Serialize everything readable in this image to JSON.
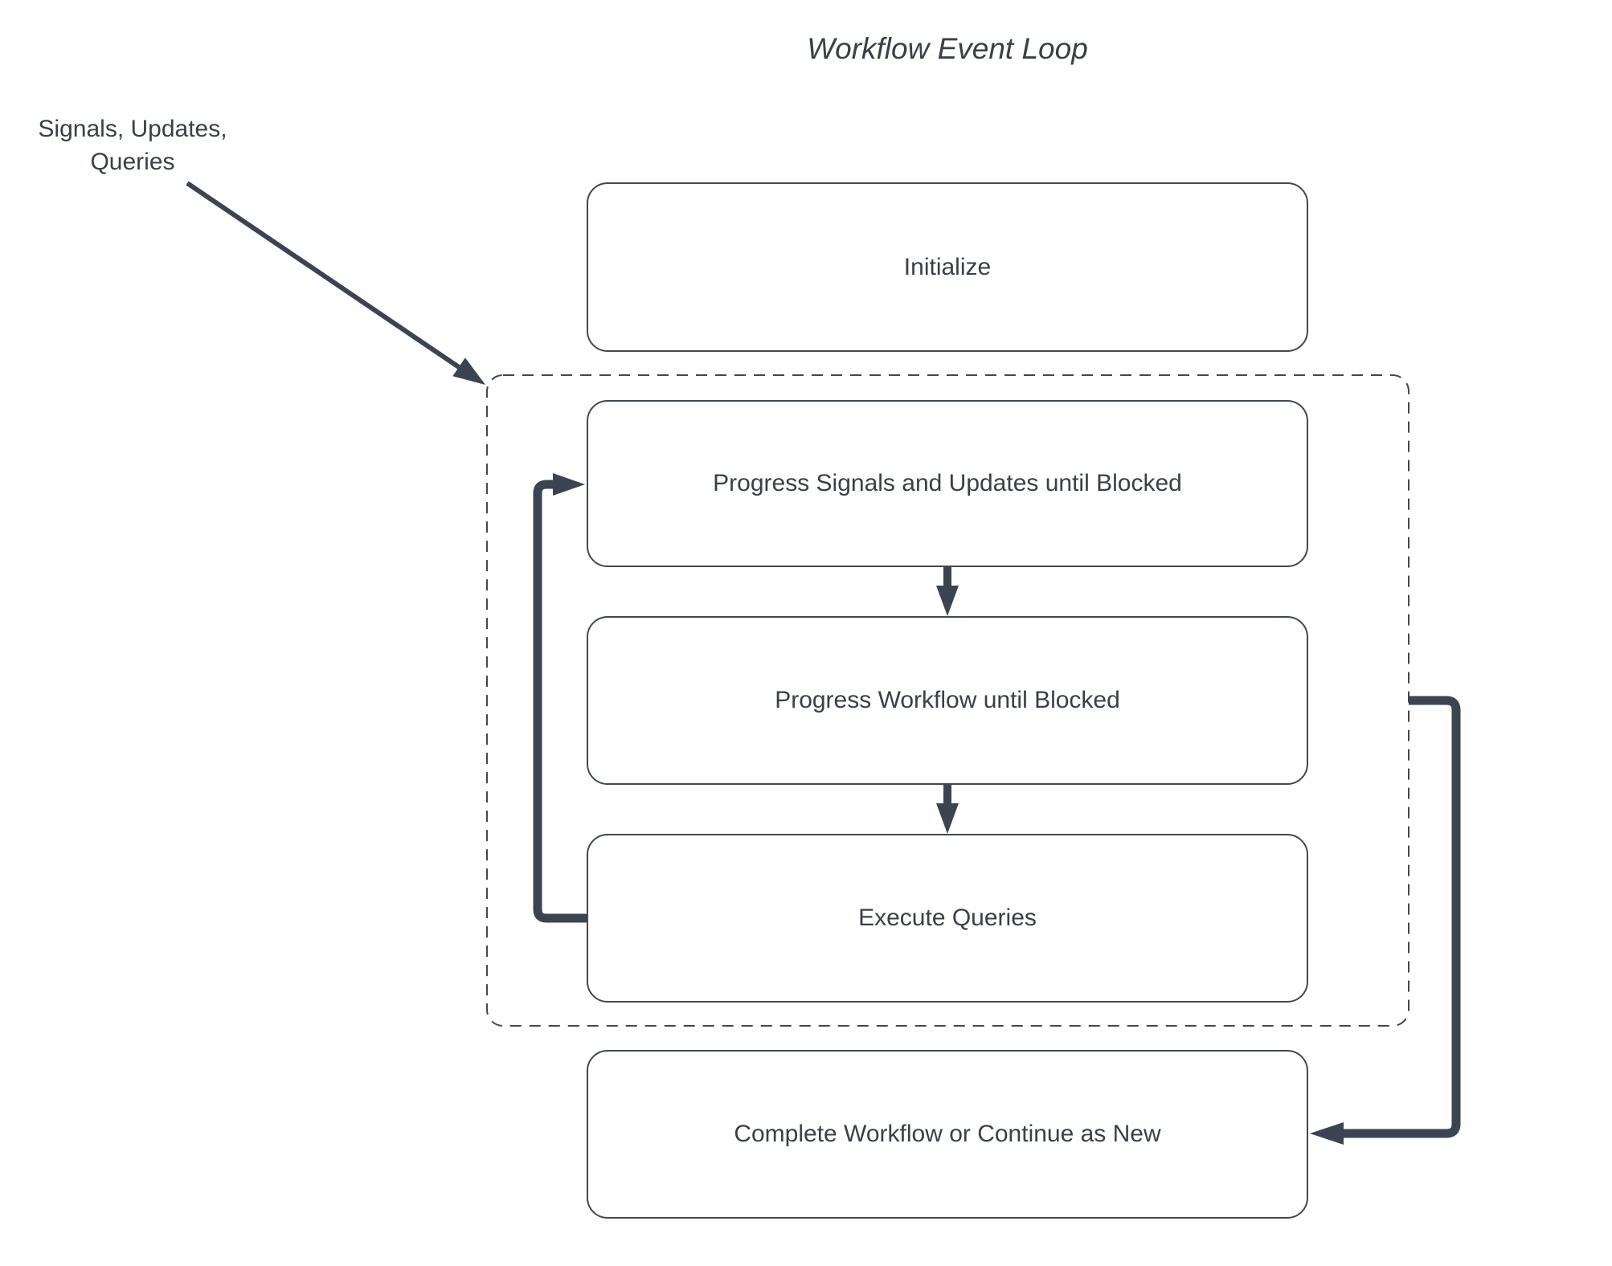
{
  "title": "Workflow Event Loop",
  "annotation": {
    "line1": "Signals, Updates,",
    "line2": "Queries"
  },
  "nodes": {
    "initialize": "Initialize",
    "progress_signals": "Progress Signals and Updates until Blocked",
    "progress_workflow": "Progress Workflow until Blocked",
    "execute_queries": "Execute Queries",
    "complete": "Complete Workflow or Continue as New"
  },
  "edges": [
    {
      "from": "signals-updates-queries-annotation",
      "to": "event-loop-container",
      "type": "thin-diagonal-arrow"
    },
    {
      "from": "progress_signals",
      "to": "progress_workflow",
      "type": "down-arrow"
    },
    {
      "from": "progress_workflow",
      "to": "execute_queries",
      "type": "down-arrow"
    },
    {
      "from": "execute_queries",
      "to": "progress_signals",
      "type": "left-feedback-loop-arrow"
    },
    {
      "from": "event-loop-container",
      "to": "complete",
      "type": "right-exit-arrow"
    }
  ],
  "colors": {
    "arrow": "#3d4451",
    "box-border": "#43474f",
    "text": "#3b4047",
    "bg": "#ffffff"
  }
}
